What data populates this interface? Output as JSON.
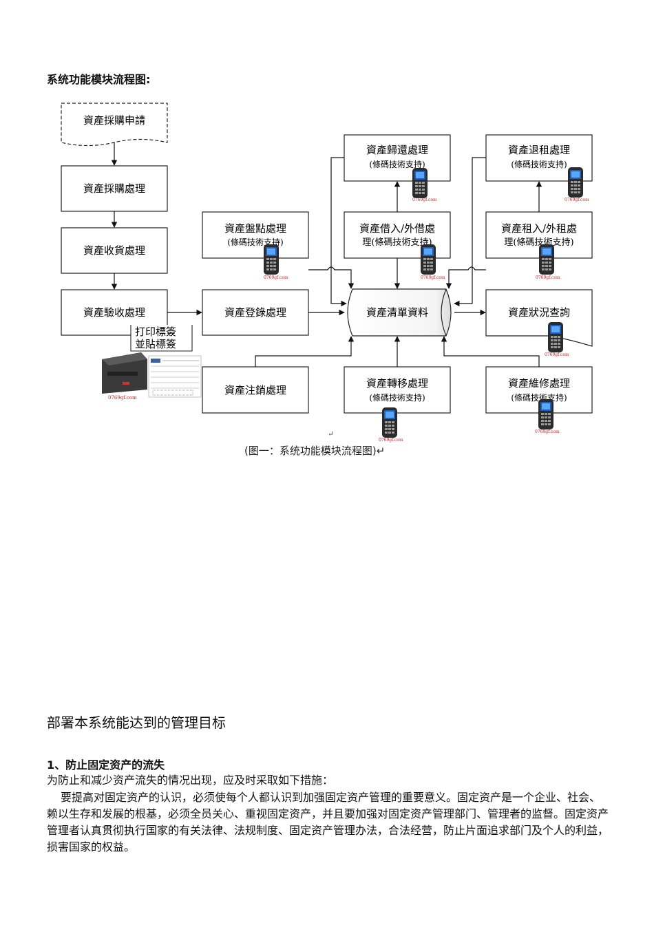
{
  "heading": "系统功能模块流程图:",
  "flowchart": {
    "purchase_request": "資產採購申請",
    "purchase": "資產採購處理",
    "receiving": "資產收貨處理",
    "inspection": "資產驗收處理",
    "print_label_l1": "打印標簽",
    "print_label_l2": "並貼標簽",
    "inventory_l1": "資產盤點處理",
    "inventory_l2": "(條碼技術支持)",
    "registration": "資產登錄處理",
    "cancel": "資產注銷處理",
    "return_l1": "資產歸還處理",
    "return_l2": "(條碼技術支持)",
    "borrow_l1": "資產借入/外借處",
    "borrow_l2": "理(條碼技術支持)",
    "asset_list": "資產清單資料",
    "transfer_l1": "資產轉移處理",
    "transfer_l2": "(條碼技術支持)",
    "rent_return_l1": "資產退租處理",
    "rent_return_l2": "(條碼技術支持)",
    "rent_l1": "資產租入/外租處",
    "rent_l2": "理(條碼技術支持)",
    "status_query": "資產狀況查詢",
    "maintenance_l1": "資產維修處理",
    "maintenance_l2": "(條碼技術支持)",
    "device_brand": "0769gf.com",
    "printer_brand": "0769gf.com"
  },
  "caption": "(图一：系统功能模块流程图)↵",
  "return_mark": "↵",
  "section_title": "部署本系统能达到的管理目标",
  "subsection_title": "1、防止固定资产的流失",
  "paragraph1": "为防止和减少资产流失的情况出现，应及时采取如下措施：",
  "paragraph2": "要提高对固定资产的认识，必须使每个人都认识到加强固定资产管理的重要意义。固定资产是一个企业、社会、赖以生存和发展的根基，必须全员关心、重视固定资产，并且要加强对固定资产管理部门、管理者的监督。固定资产管理者认真贯彻执行国家的有关法律、法规制度、固定资产管理办法，合法经营，防止片面追求部门及个人的利益，损害国家的权益。"
}
